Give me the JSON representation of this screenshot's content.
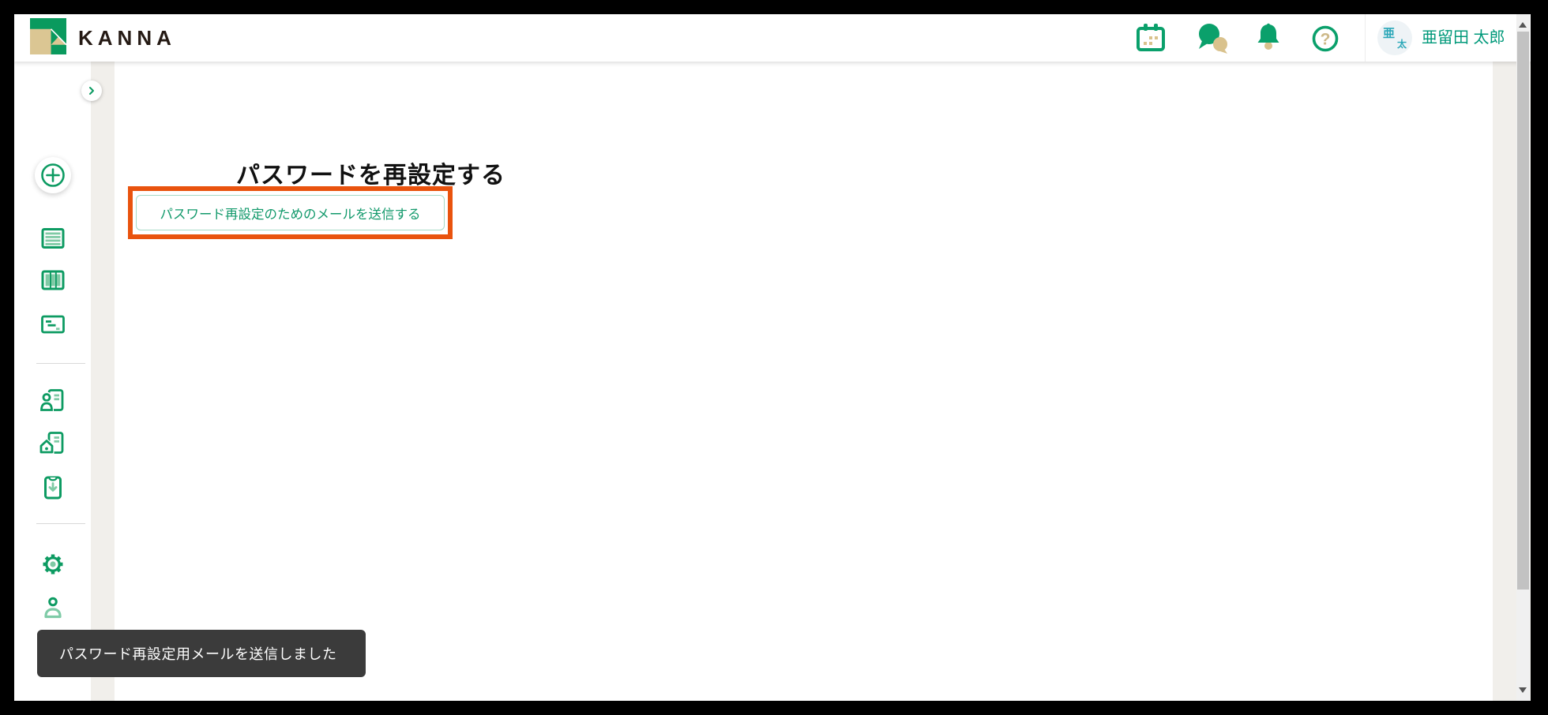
{
  "header": {
    "brand": "KANNA",
    "help_glyph": "?",
    "user": {
      "initial_top": "亜",
      "initial_bottom": "太",
      "name": "亜留田 太郎"
    }
  },
  "sidebar": {
    "items": [
      {
        "icon": "plus-circle-icon"
      },
      {
        "icon": "project-list-icon"
      },
      {
        "icon": "board-columns-icon"
      },
      {
        "icon": "gantt-card-icon"
      },
      {
        "icon": "contact-document-icon"
      },
      {
        "icon": "company-document-icon"
      },
      {
        "icon": "clipboard-import-icon"
      },
      {
        "icon": "settings-gear-icon"
      },
      {
        "icon": "profile-person-icon"
      },
      {
        "icon": "clipboard-check-icon"
      }
    ]
  },
  "main": {
    "title": "パスワードを再設定する",
    "reset_button_label": "パスワード再設定のためのメールを送信する"
  },
  "toast": {
    "message": "パスワード再設定用メールを送信しました"
  },
  "icons": {
    "logo-mark": "green square with tan K fold",
    "calendar-icon": "green calendar with tan dots",
    "chat-icon": "green and tan speech bubbles",
    "bell-icon": "green bell with tan clapper",
    "help-icon": "green ring with tan question mark",
    "chevron-right-icon": "›",
    "scroll-up-icon": "▲",
    "scroll-down-icon": "▼"
  },
  "colors": {
    "brand_green": "#0a9a5e",
    "icon_green": "#0d9b62",
    "icon_light_green": "#7fcaa5",
    "accent_tan": "#d9c28d",
    "highlight_orange": "#e9530e",
    "button_text_green": "#12996b",
    "button_border_green": "#a6d9c6",
    "user_name_green": "#00997a",
    "avatar_text_teal": "#2aa7b8",
    "toast_bg": "#3b3b3b",
    "page_bg": "#f1efeb"
  }
}
